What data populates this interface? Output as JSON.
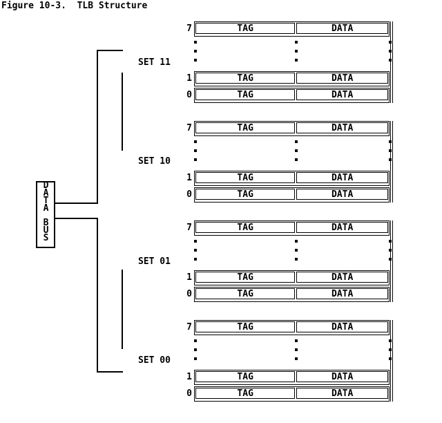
{
  "title": "Figure 10-3.  TLB Structure",
  "bus": {
    "word_top": "DATA",
    "word_bottom": "BUS"
  },
  "sets": [
    {
      "label": "SET 11",
      "rows": [
        {
          "index": "7",
          "tag": "TAG",
          "data": "DATA"
        },
        {
          "index": "1",
          "tag": "TAG",
          "data": "DATA"
        },
        {
          "index": "0",
          "tag": "TAG",
          "data": "DATA"
        }
      ]
    },
    {
      "label": "SET 10",
      "rows": [
        {
          "index": "7",
          "tag": "TAG",
          "data": "DATA"
        },
        {
          "index": "1",
          "tag": "TAG",
          "data": "DATA"
        },
        {
          "index": "0",
          "tag": "TAG",
          "data": "DATA"
        }
      ]
    },
    {
      "label": "SET 01",
      "rows": [
        {
          "index": "7",
          "tag": "TAG",
          "data": "DATA"
        },
        {
          "index": "1",
          "tag": "TAG",
          "data": "DATA"
        },
        {
          "index": "0",
          "tag": "TAG",
          "data": "DATA"
        }
      ]
    },
    {
      "label": "SET 00",
      "rows": [
        {
          "index": "7",
          "tag": "TAG",
          "data": "DATA"
        },
        {
          "index": "1",
          "tag": "TAG",
          "data": "DATA"
        },
        {
          "index": "0",
          "tag": "TAG",
          "data": "DATA"
        }
      ]
    }
  ],
  "colors": {
    "line": "#000000",
    "background": "#ffffff",
    "text": "#000000"
  }
}
